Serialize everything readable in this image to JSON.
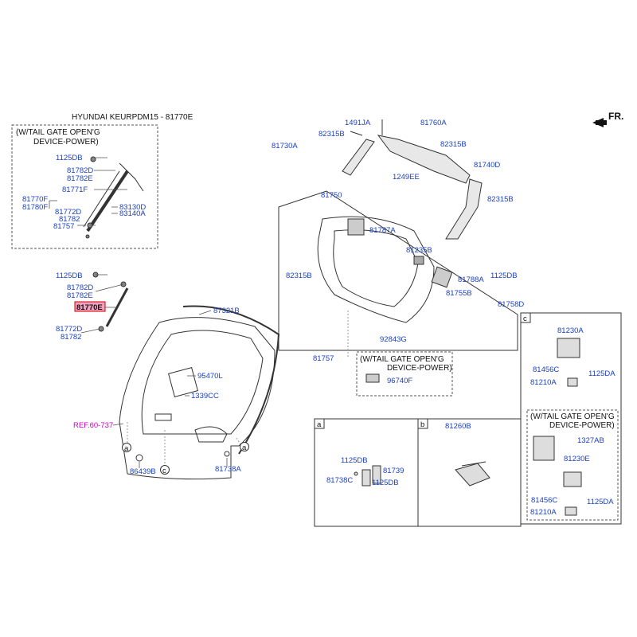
{
  "title": "HYUNDAI KEURPDM15 - 81770E",
  "fr_label": "FR.",
  "highlight_part": "81770E",
  "ref_label": "REF.60-737",
  "boxes": {
    "left_top_header_1": "(W/TAIL GATE OPEN'G",
    "left_top_header_2": "DEVICE-POWER)",
    "mid_header_1": "(W/TAIL GATE OPEN'G",
    "mid_header_2": "DEVICE-POWER)",
    "right_header_1": "(W/TAIL GATE OPEN'G",
    "right_header_2": "DEVICE-POWER)",
    "section_a": "a",
    "section_b": "b",
    "section_c": "c"
  },
  "labels": {
    "p1125DB_1": "1125DB",
    "p81782D_1": "81782D",
    "p81782E_1": "81782E",
    "p81771F": "81771F",
    "p81770F": "81770F",
    "p81780F": "81780F",
    "p81772D_1": "81772D",
    "p81782_1": "81782",
    "p83130D": "83130D",
    "p83140A": "83140A",
    "p81757_1": "81757",
    "p1125DB_2": "1125DB",
    "p81782D_2": "81782D",
    "p81782E_2": "81782E",
    "p81772D_2": "81772D",
    "p81782_2": "81782",
    "p87321B": "87321B",
    "p95470L": "95470L",
    "p1339CC": "1339CC",
    "p86439B": "86439B",
    "p81738A": "81738A",
    "p1491JA": "1491JA",
    "p82315B_1": "82315B",
    "p81730A": "81730A",
    "p81760A": "81760A",
    "p82315B_2": "82315B",
    "p1249EE": "1249EE",
    "p81740D": "81740D",
    "p82315B_3": "82315B",
    "p81750": "81750",
    "p81787A": "81787A",
    "p81235B": "81235B",
    "p82315B_4": "82315B",
    "p81788A": "81788A",
    "p1125DB_3": "1125DB",
    "p81755B": "81755B",
    "p81758D": "81758D",
    "p92843G": "92843G",
    "p81757_2": "81757",
    "p96740F": "96740F",
    "p81230A": "81230A",
    "p81456C_1": "81456C",
    "p1125DA_1": "1125DA",
    "p81210A_1": "81210A",
    "p1327AB": "1327AB",
    "p81230E": "81230E",
    "p81456C_2": "81456C",
    "p1125DA_2": "1125DA",
    "p81210A_2": "81210A",
    "p1125DB_4": "1125DB",
    "p81739": "81739",
    "p81738C": "81738C",
    "p1125DB_5": "1125DB",
    "p81260B": "81260B",
    "call_a_1": "a",
    "call_a_2": "a",
    "call_c_1": "c"
  }
}
